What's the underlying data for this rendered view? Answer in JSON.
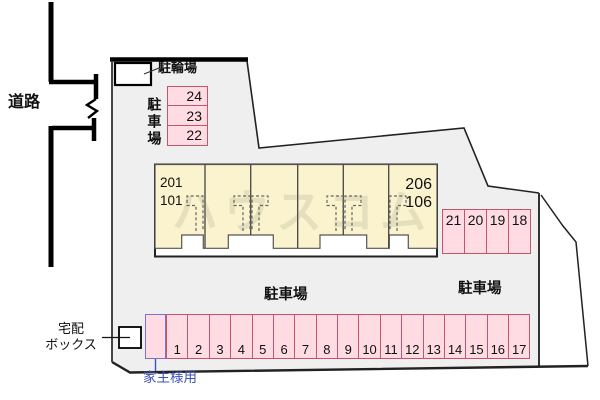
{
  "diagram": {
    "road_label": "道路",
    "bicycle_parking_label": "駐輪場",
    "parking_label_vertical": "駐車場",
    "parking_label_mid": "駐車場",
    "parking_label_right": "駐車場",
    "delivery_box_line1": "宅配",
    "delivery_box_line2": "ボックス",
    "owner_space_label": "家主様用",
    "watermark": "ハウスコム"
  },
  "building": {
    "unit_left_upper": "201",
    "unit_left_lower": "101",
    "unit_right_upper": "206",
    "unit_right_lower": "106"
  },
  "parking": {
    "top_column": [
      "24",
      "23",
      "22"
    ],
    "right_row": [
      "21",
      "20",
      "19",
      "18"
    ],
    "bottom_row": [
      "1",
      "2",
      "3",
      "4",
      "5",
      "6",
      "7",
      "8",
      "9",
      "10",
      "11",
      "12",
      "13",
      "14",
      "15",
      "16",
      "17"
    ]
  },
  "colors": {
    "site_fill": "#efefef",
    "building_fill": "#faf3cd",
    "parking_fill": "#ffdce3",
    "parking_border": "#c4556a",
    "owner_border": "#7b72c8",
    "owner_text": "#3f51b5",
    "boundary": "#222222"
  }
}
